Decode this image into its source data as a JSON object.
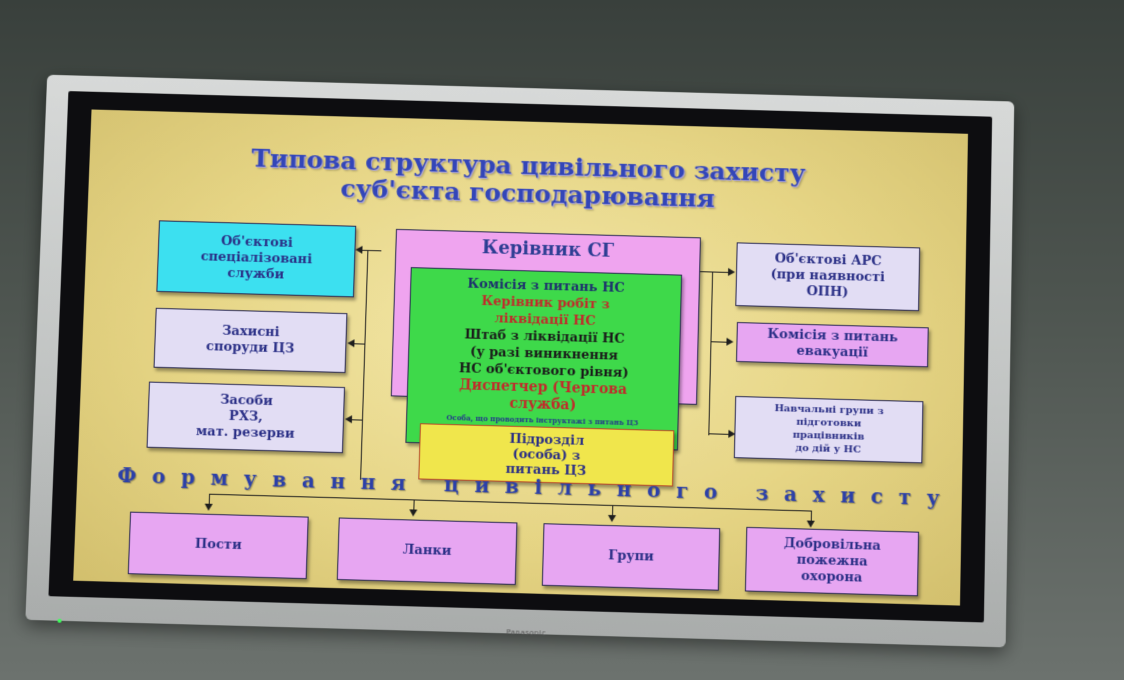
{
  "title_line1": "Типова структура цивільного захисту",
  "title_line2": "суб'єкта господарювання",
  "left_boxes": [
    [
      "Об'єктові",
      "спеціалізовані",
      "служби"
    ],
    [
      "Захисні",
      "споруди ЦЗ"
    ],
    [
      "Засоби",
      "РХЗ,",
      "мат. резерви"
    ]
  ],
  "center": {
    "head": "Керівник СГ",
    "lines": [
      {
        "text": "Комісія з питань НС",
        "style": "dark"
      },
      {
        "text": "Керівник робіт з",
        "style": "red"
      },
      {
        "text": "ліквідації НС",
        "style": "red"
      },
      {
        "text": "Штаб з ліквідації НС",
        "style": "dark"
      },
      {
        "text": "(у разі виникнення",
        "style": "dark"
      },
      {
        "text": "НС об'єктового рівня)",
        "style": "dark"
      },
      {
        "text": "Диспетчер (Чергова",
        "style": "red"
      },
      {
        "text": "служба)",
        "style": "red"
      }
    ],
    "small_note": "Особа, що проводить інструктажі з питань ЦЗ",
    "yellow_box": [
      "Підрозділ",
      "(особа) з",
      "питань ЦЗ"
    ]
  },
  "right_boxes": [
    [
      "Об'єктові АРС",
      "(при наявності",
      "ОПН)"
    ],
    [
      "Комісія з питань",
      "евакуації"
    ],
    [
      "Навчальні групи з",
      "підготовки",
      "працівників",
      "до дій у НС"
    ]
  ],
  "formation_header": "Формування цивільного захисту",
  "bottom_boxes": [
    [
      "Пости"
    ],
    [
      "Ланки"
    ],
    [
      "Групи"
    ],
    [
      "Добровільна",
      "пожежна",
      "охорона"
    ]
  ],
  "brand": "Panasonic"
}
